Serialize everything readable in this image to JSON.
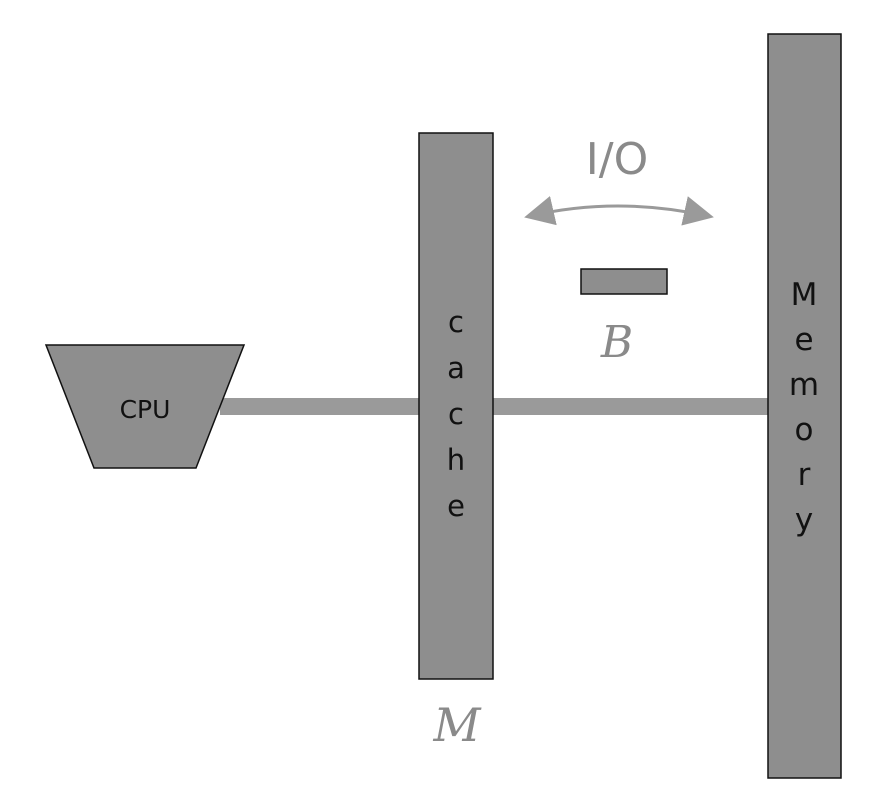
{
  "colors": {
    "box_fill": "#8e8e8e",
    "box_stroke": "#111111",
    "bus": "#9a9a9a",
    "arrow": "#9a9a9a",
    "text_dark": "#111111",
    "text_muted": "#8a8a8a"
  },
  "labels": {
    "cpu": "CPU",
    "cache": "cache",
    "memory": "Memory",
    "io": "I/O",
    "block_size": "B",
    "cache_size": "M"
  }
}
